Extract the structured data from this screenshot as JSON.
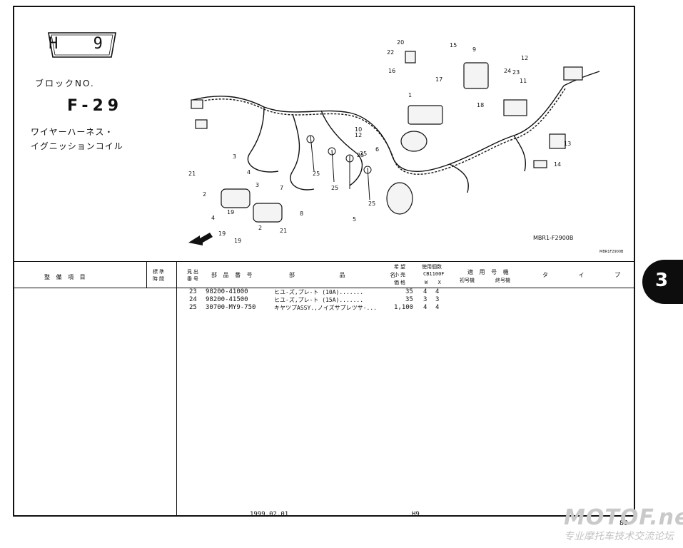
{
  "header": {
    "block_badge": "H 9",
    "block_no_label": "ブロックNO.",
    "group_code": "F-29",
    "title_line1": "ワイヤーハーネス・",
    "title_line2": "イグニッションコイル"
  },
  "diagram": {
    "figure_code": "MBR1-F2900B",
    "figure_code_small": "MBR1F2900B",
    "part_labels": [
      "1",
      "2",
      "2",
      "3",
      "3",
      "4",
      "4",
      "5",
      "6",
      "7",
      "8",
      "9",
      "10",
      "11",
      "12",
      "12",
      "13",
      "14",
      "15",
      "16",
      "17",
      "18",
      "19",
      "19",
      "19",
      "20",
      "21",
      "21",
      "22",
      "23",
      "24",
      "25",
      "25",
      "25",
      "25",
      "25"
    ]
  },
  "table": {
    "headers": {
      "maintenance_item": "整 備 項 目",
      "standard_time": "標準\n時間",
      "ref_no": "見出\n番号",
      "part_number": "部 品 番 号",
      "part_name": "部 品 名",
      "price_top": "希望",
      "price_mid": "小売",
      "price_bottom": "価格",
      "usage_qty": "使用個数",
      "model": "CB1100F",
      "model_cols": "W  X",
      "applicable_no": "適 用 号 機",
      "start_no": "初号機",
      "end_no": "終号機",
      "type": "タ イ プ"
    },
    "rows": [
      {
        "ref": "23",
        "part_no": "98200-41000",
        "name": "ヒユ-ズ,プレ-ト (10A).......",
        "price": "35",
        "qty_w": "4",
        "qty_x": "4"
      },
      {
        "ref": "24",
        "part_no": "98200-41500",
        "name": "ヒユ-ズ,プレ-ト (15A).......",
        "price": "35",
        "qty_w": "3",
        "qty_x": "3"
      },
      {
        "ref": "25",
        "part_no": "30700-MY9-750",
        "name": "キヤツプASSY.,ノイズサプレツサ-...",
        "price": "1,100",
        "qty_w": "4",
        "qty_x": "4"
      }
    ]
  },
  "footer": {
    "date": "1999.02.01",
    "block": "H9",
    "page": "89"
  },
  "side_tab": "3",
  "watermark": {
    "logo": "MOTOF.net",
    "sub": "专业摩托车技术交流论坛"
  }
}
